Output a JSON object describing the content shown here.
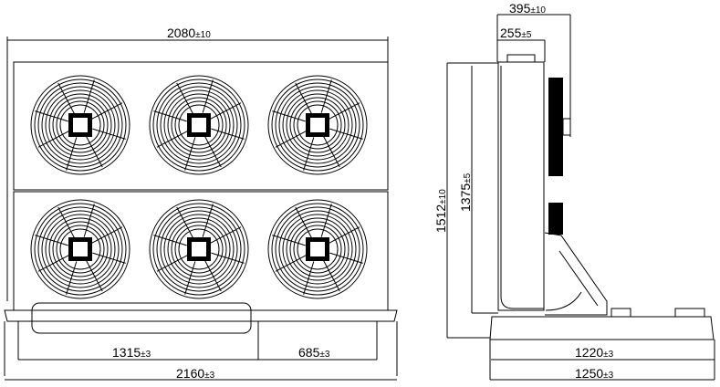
{
  "front_view": {
    "fan_rows": 2,
    "fan_cols": 3,
    "dims": {
      "overall_width": {
        "value": "2080",
        "tol": "±10"
      },
      "base_width": {
        "value": "2160",
        "tol": "±3"
      },
      "leg_span_1": {
        "value": "1315",
        "tol": "±3"
      },
      "leg_span_2": {
        "value": "685",
        "tol": "±3"
      }
    }
  },
  "side_view": {
    "dims": {
      "depth_total": {
        "value": "395",
        "tol": "±10"
      },
      "depth_body": {
        "value": "255",
        "tol": "±5"
      },
      "height_total": {
        "value": "1512",
        "tol": "±10"
      },
      "height_body": {
        "value": "1375",
        "tol": "±5"
      },
      "base_inner": {
        "value": "1220",
        "tol": "±3"
      },
      "base_outer": {
        "value": "1250",
        "tol": "±3"
      }
    }
  }
}
